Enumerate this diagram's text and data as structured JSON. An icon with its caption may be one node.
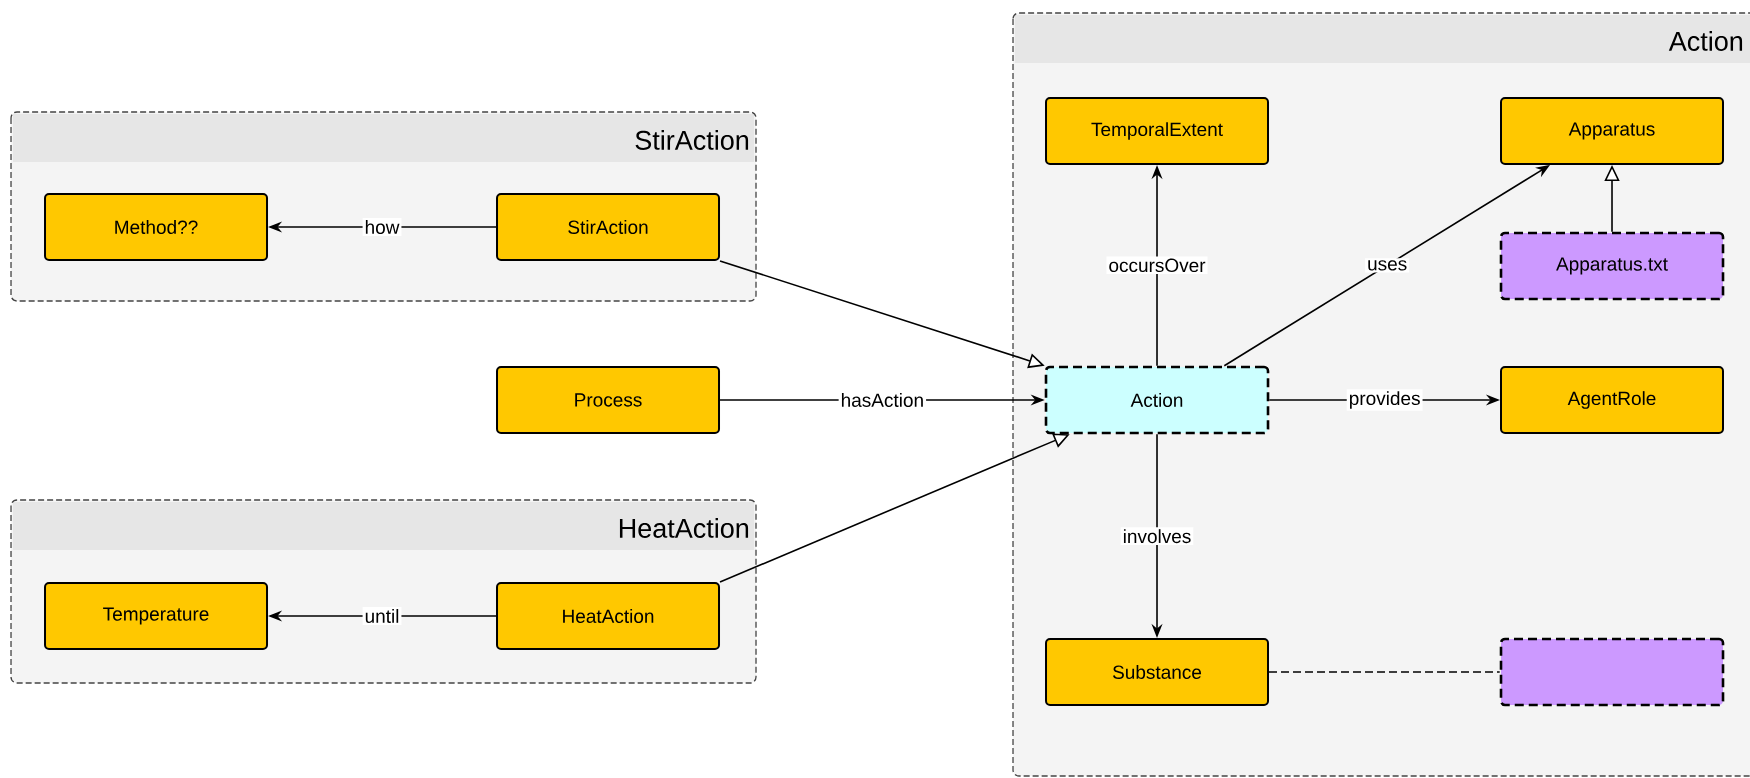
{
  "diagram": {
    "nodes": [
      {
        "text": [
          "StirAction"
        ]
      },
      {
        "text": [
          "Method??"
        ],
        "in": 0
      },
      {
        "text": [
          "StirAction"
        ],
        "in": 0
      },
      {
        "text": [
          "Process"
        ]
      },
      {
        "text": [
          "HeatAction"
        ]
      },
      {
        "text": [
          "Temperature"
        ],
        "in": 4
      },
      {
        "text": [
          "HeatAction"
        ],
        "in": 4
      },
      {
        "text": [
          "Action"
        ]
      },
      {
        "text": [
          "TemporalExtent"
        ],
        "in": 7
      },
      {
        "text": [
          "Apparatus"
        ],
        "in": 7
      },
      {
        "text": [
          "Apparatus.txt"
        ],
        "in": 7
      },
      {
        "text": [
          "Action"
        ],
        "in": 7
      },
      {
        "text": [
          "AgentRole"
        ],
        "in": 7
      },
      {
        "text": [
          "Substance"
        ],
        "in": 7
      },
      {
        "text": [],
        "shape": "box",
        "in": 7
      }
    ],
    "edges": [
      {
        "from": 2,
        "to": 1,
        "arrow": "to",
        "label": "how"
      },
      {
        "from": 2,
        "to": 11,
        "arrow": "to"
      },
      {
        "from": 3,
        "to": 11,
        "arrow": "to",
        "label": "hasAction"
      },
      {
        "from": 6,
        "to": 5,
        "arrow": "to",
        "label": "until"
      },
      {
        "from": 6,
        "to": 11,
        "arrow": "to"
      },
      {
        "from": 11,
        "to": 8,
        "arrow": "to",
        "label": "occursOver"
      },
      {
        "from": 11,
        "to": 9,
        "arrow": "to",
        "label": "uses"
      },
      {
        "from": 10,
        "to": 9,
        "arrow": "to"
      },
      {
        "from": 11,
        "to": 12,
        "arrow": "to",
        "label": "provides"
      },
      {
        "from": 11,
        "to": 13,
        "arrow": "to",
        "label": "involves"
      },
      {
        "from": 13,
        "to": 14,
        "arrow": "none",
        "style": "dashed"
      }
    ]
  }
}
